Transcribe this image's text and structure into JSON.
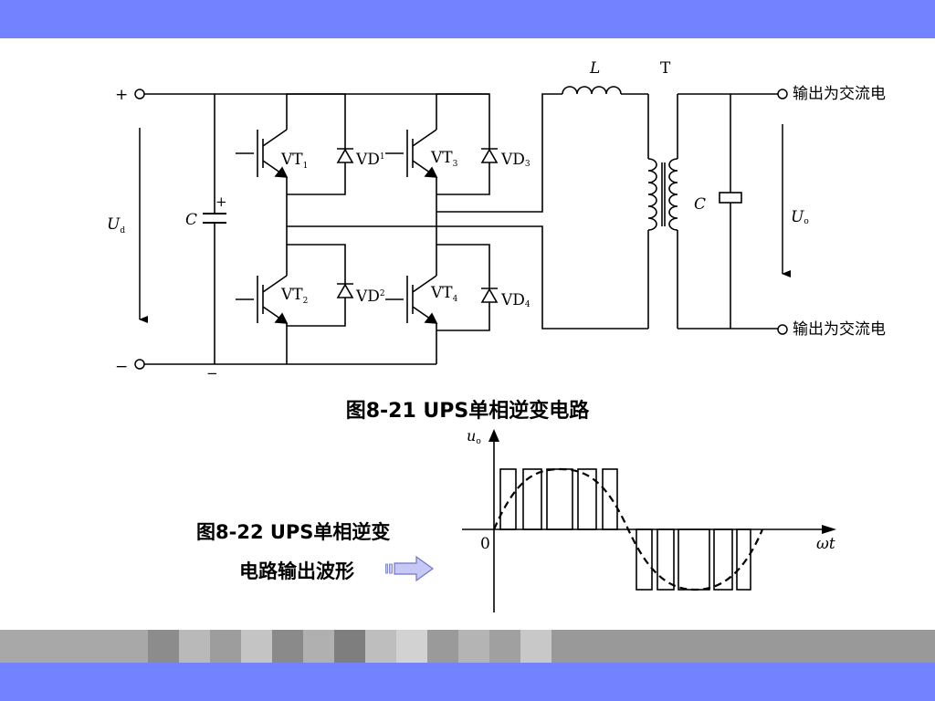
{
  "colors": {
    "band": "#7382ff",
    "strip": "#a8a8a8",
    "arrow_fill": "#c8c8f6",
    "arrow_stroke": "#6f76c8"
  },
  "circuit": {
    "plus_terminal": "+",
    "minus_terminal": "−",
    "input_voltage": {
      "main": "U",
      "sub": "d"
    },
    "dc_capacitor": "C",
    "cap_plus": "+",
    "cap_minus": "−",
    "transistors": [
      {
        "main": "VT",
        "sub": "1"
      },
      {
        "main": "VT",
        "sub": "2"
      },
      {
        "main": "VT",
        "sub": "3"
      },
      {
        "main": "VT",
        "sub": "4"
      }
    ],
    "diodes": [
      {
        "main": "VD",
        "sub": "1"
      },
      {
        "main": "VD",
        "sub": "2"
      },
      {
        "main": "VD",
        "sub": "3"
      },
      {
        "main": "VD",
        "sub": "4"
      }
    ],
    "inductor": "L",
    "transformer": "T",
    "output_capacitor": "C",
    "output_voltage": {
      "main": "U",
      "sub": "o"
    },
    "output_top": "输出为交流电",
    "output_bottom": "输出为交流电"
  },
  "fig1_caption": "图8-21 UPS单相逆变电路",
  "waveform": {
    "y_label": {
      "main": "u",
      "sub": "o"
    },
    "origin": "0",
    "x_label": "ωt"
  },
  "fig2_caption_line1": "图8-22 UPS单相逆变",
  "fig2_caption_line2": "电路输出波形",
  "arrow_icon": "right-arrow-icon"
}
